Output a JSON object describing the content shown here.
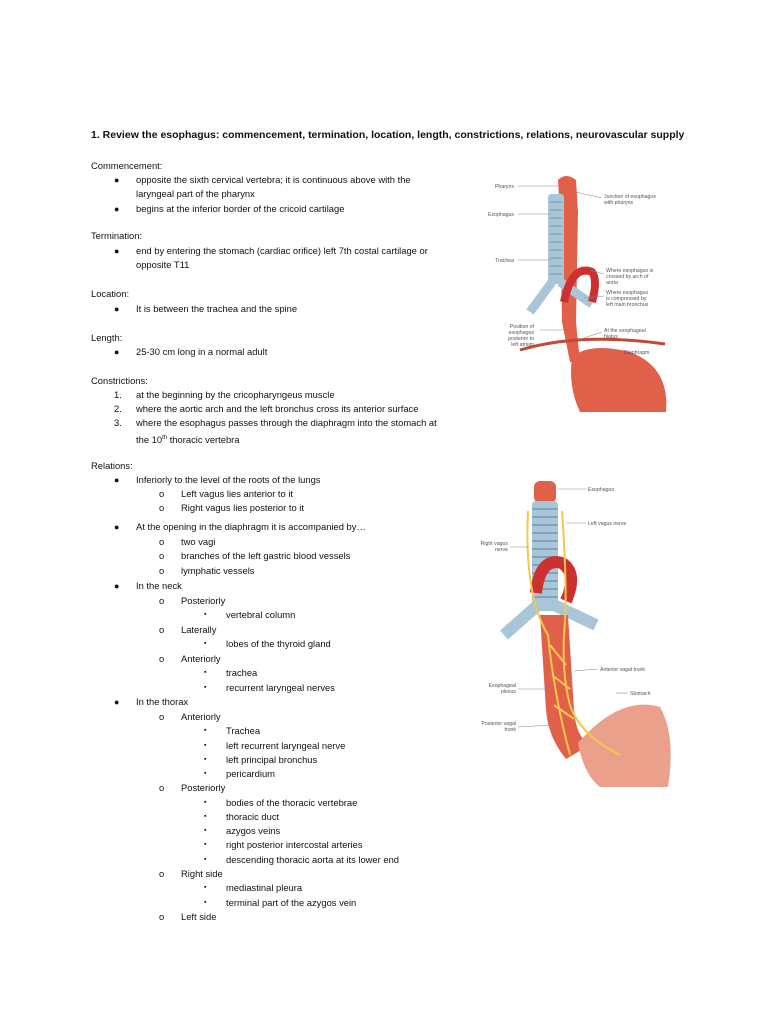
{
  "doc": {
    "title": "1. Review the esophagus: commencement, termination, location, length, constrictions, relations, neurovascular supply",
    "commencement": {
      "heading": "Commencement:",
      "items": [
        "opposite the sixth cervical vertebra; it is continuous above with the",
        "laryngeal part of the pharynx",
        "begins at the inferior border of the cricoid cartilage"
      ]
    },
    "termination": {
      "heading": "Termination:",
      "items": [
        "end by entering the stomach (cardiac orifice) left 7th costal cartilage or",
        "opposite T11"
      ]
    },
    "location": {
      "heading": "Location:",
      "items": [
        "It is between the trachea and the spine"
      ]
    },
    "length": {
      "heading": "Length:",
      "items": [
        "25-30 cm long in a normal adult"
      ]
    },
    "constrictions": {
      "heading": "Constrictions:",
      "numbers": [
        "1.",
        "2.",
        "3."
      ],
      "items": [
        "at the beginning by the cricopharyngeus muscle",
        "where the aortic arch and the left bronchus cross its anterior surface",
        "where the esophagus passes through the diaphragm into the stomach at",
        "the 10",
        "th",
        " thoracic vertebra"
      ]
    },
    "relations": {
      "heading": "Relations:",
      "b1": "Inferiorly to the level of the roots of the lungs",
      "b1_subs": [
        "Left vagus lies anterior to it",
        "Right vagus lies posterior to it"
      ],
      "b2": "At the opening in the diaphragm it is accompanied by…",
      "b2_subs": [
        "two vagi",
        "branches of the left gastric blood vessels",
        "lymphatic vessels"
      ],
      "b3": "In the neck",
      "neck_posteriorly": "Posteriorly",
      "neck_posteriorly_items": [
        "vertebral column"
      ],
      "neck_laterally": "Laterally",
      "neck_laterally_items": [
        "lobes of the thyroid gland"
      ],
      "neck_anteriorly": "Anteriorly",
      "neck_anteriorly_items": [
        "trachea",
        "recurrent laryngeal nerves"
      ],
      "b4": "In the thorax",
      "th_anteriorly": "Anteriorly",
      "th_anteriorly_items": [
        "Trachea",
        "left recurrent laryngeal nerve",
        "left principal bronchus",
        "pericardium"
      ],
      "th_posteriorly": "Posteriorly",
      "th_posteriorly_items": [
        "bodies of the thoracic vertebrae",
        "thoracic duct",
        "azygos veins",
        "right posterior intercostal arteries",
        "descending thoracic aorta at its lower end"
      ],
      "th_right": "Right side",
      "th_right_items": [
        "mediastinal pleura",
        "terminal part of the azygos vein"
      ],
      "th_left": "Left side"
    },
    "markers": {
      "bullet": "●",
      "circle": "o",
      "square": "▪"
    }
  },
  "figure1": {
    "labels": {
      "pharynx": "Pharynx",
      "esophagus": "Esophagus",
      "trachea": "Trachea",
      "position1": "Position of",
      "position2": "esophagus",
      "position3": "posterior to",
      "position4": "left atrium",
      "junction1": "Junction of esophagus",
      "junction2": "with pharynx",
      "arch1": "Where esophagus is",
      "arch2": "crossed by arch of",
      "arch3": "aorta",
      "bronchus1": "Where esophagus",
      "bronchus2": "is compressed by",
      "bronchus3": "left main bronchus",
      "hiatus1": "At the esophageal",
      "hiatus2": "hiatus",
      "diaphragm": "Diaphragm"
    }
  },
  "figure2": {
    "labels": {
      "esophagus": "Esophagus",
      "left_vagus": "Left vagus nerve",
      "right_vagus1": "Right vagus",
      "right_vagus2": "nerve",
      "anterior_vagal": "Anterior vagal trunk",
      "stomach": "Stomach",
      "plexus1": "Esophageal",
      "plexus2": "plexus",
      "posterior_vagal1": "Posterior vagal",
      "posterior_vagal2": "trunk"
    }
  },
  "colors": {
    "esophagus": "#e0604a",
    "esophagus_dark": "#c04a38",
    "trachea": "#a9c6d8",
    "nerve": "#f2c94c",
    "aorta": "#cc3030",
    "stomach": "#eaa08a"
  }
}
